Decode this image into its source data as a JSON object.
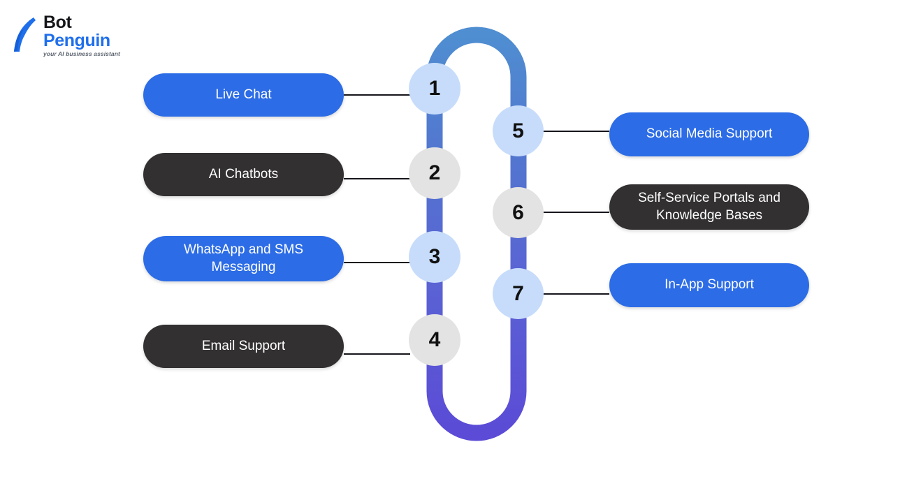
{
  "brand": {
    "name_line1": "Bot",
    "name_line2": "Penguin",
    "tagline": "your AI business assistant",
    "mark_icon": "penguin-logo-icon",
    "color_dark": "#14161a",
    "color_blue": "#1f6feb"
  },
  "diagram": {
    "type": "serpentine-numbered-list",
    "track_gradient_from": "#4f8ed1",
    "track_gradient_to": "#5b4bd6",
    "node_blue": "#c7dcfb",
    "node_gray": "#e3e3e3",
    "pill_blue": "#2c6ce6",
    "pill_dark": "#323031",
    "connector_color": "#15151b",
    "steps": [
      {
        "number": "1",
        "label": "Live Chat",
        "node_style": "blue",
        "pill_style": "blue",
        "side": "left"
      },
      {
        "number": "2",
        "label": "AI Chatbots",
        "node_style": "gray",
        "pill_style": "dark",
        "side": "left"
      },
      {
        "number": "3",
        "label": "WhatsApp and SMS Messaging",
        "node_style": "blue",
        "pill_style": "blue",
        "side": "left"
      },
      {
        "number": "4",
        "label": "Email Support",
        "node_style": "gray",
        "pill_style": "dark",
        "side": "left"
      },
      {
        "number": "5",
        "label": "Social Media Support",
        "node_style": "blue",
        "pill_style": "blue",
        "side": "right"
      },
      {
        "number": "6",
        "label": "Self-Service Portals and Knowledge Bases",
        "node_style": "gray",
        "pill_style": "dark",
        "side": "right"
      },
      {
        "number": "7",
        "label": "In-App Support",
        "node_style": "blue",
        "pill_style": "blue",
        "side": "right"
      }
    ]
  }
}
